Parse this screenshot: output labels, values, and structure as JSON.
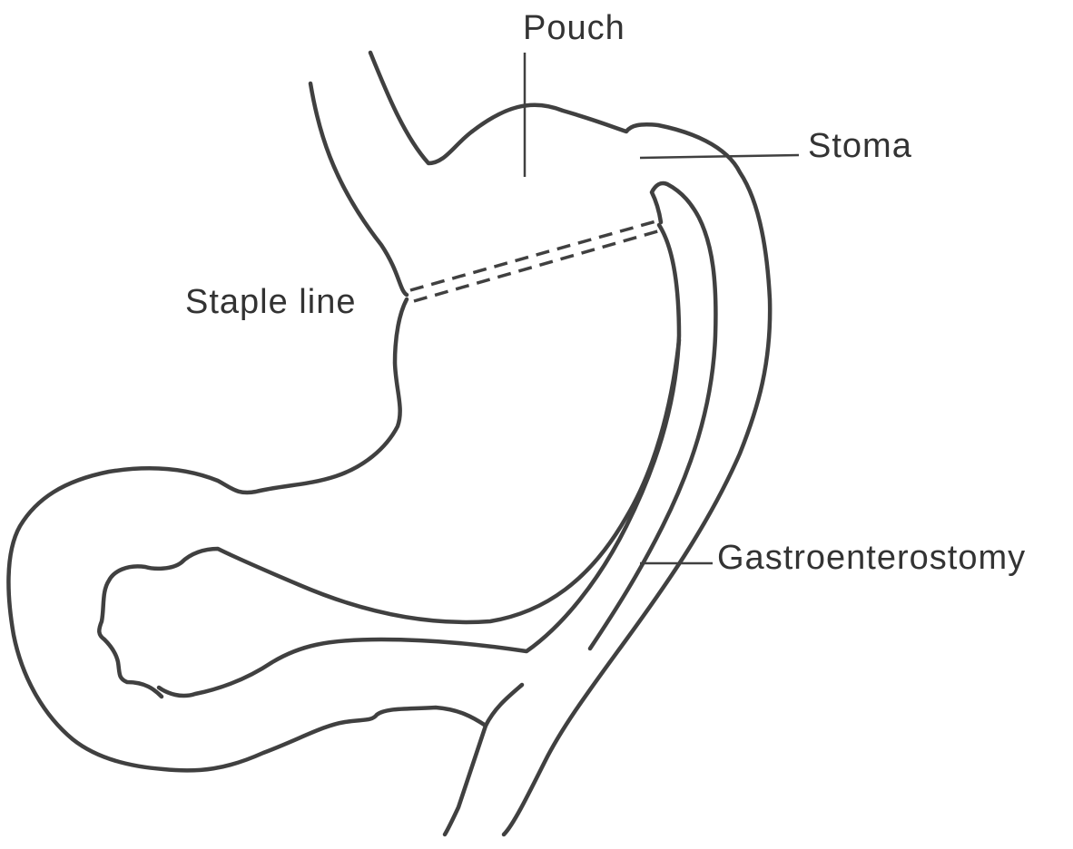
{
  "labels": {
    "pouch": "Pouch",
    "stoma": "Stoma",
    "staple_line": "Staple line",
    "gastroenterostomy": "Gastroenterostomy"
  },
  "colors": {
    "outline": "#404040",
    "text": "#333333",
    "background": "#ffffff"
  }
}
